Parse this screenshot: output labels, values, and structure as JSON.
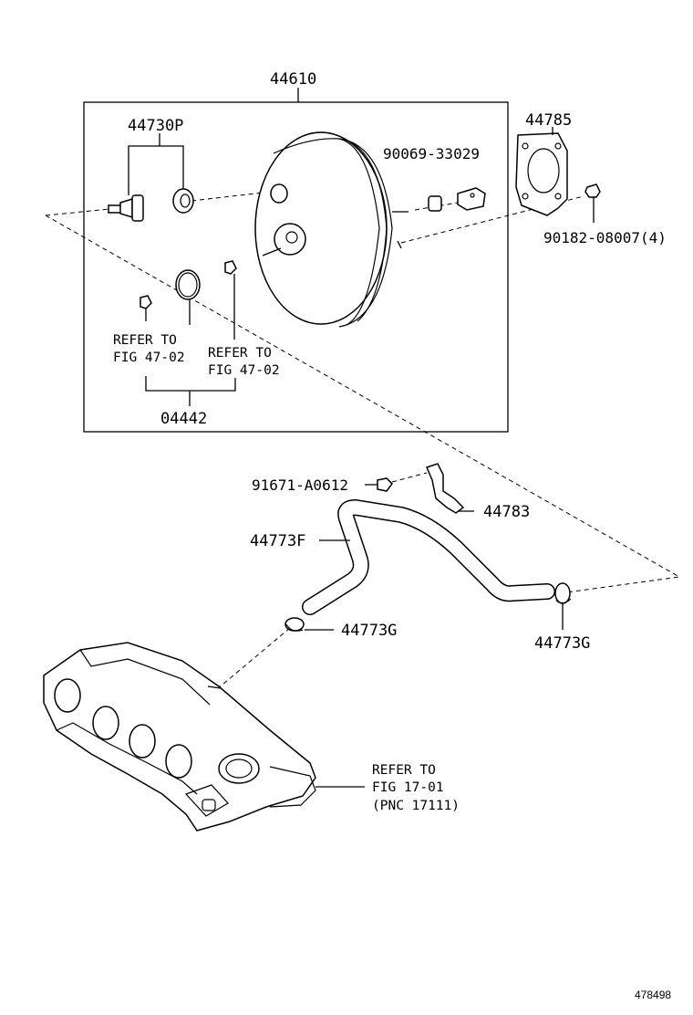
{
  "labels": {
    "assembly": "44610",
    "check_valve": "44730P",
    "gasket": "44785",
    "union": "90069-33029",
    "nut": "90182-08007(4)",
    "refer1_line1": "REFER TO",
    "refer1_line2": "FIG 47-02",
    "refer2_line1": "REFER TO",
    "refer2_line2": "FIG 47-02",
    "kit": "04442",
    "bolt": "91671-A0612",
    "clamp_bracket": "44783",
    "hose": "44773F",
    "hose_clamp_left": "44773G",
    "hose_clamp_right": "44773G",
    "refer3_line1": "REFER TO",
    "refer3_line2": "FIG 17-01",
    "refer3_line3": "(PNC 17111)",
    "illustration_id": "478498"
  }
}
